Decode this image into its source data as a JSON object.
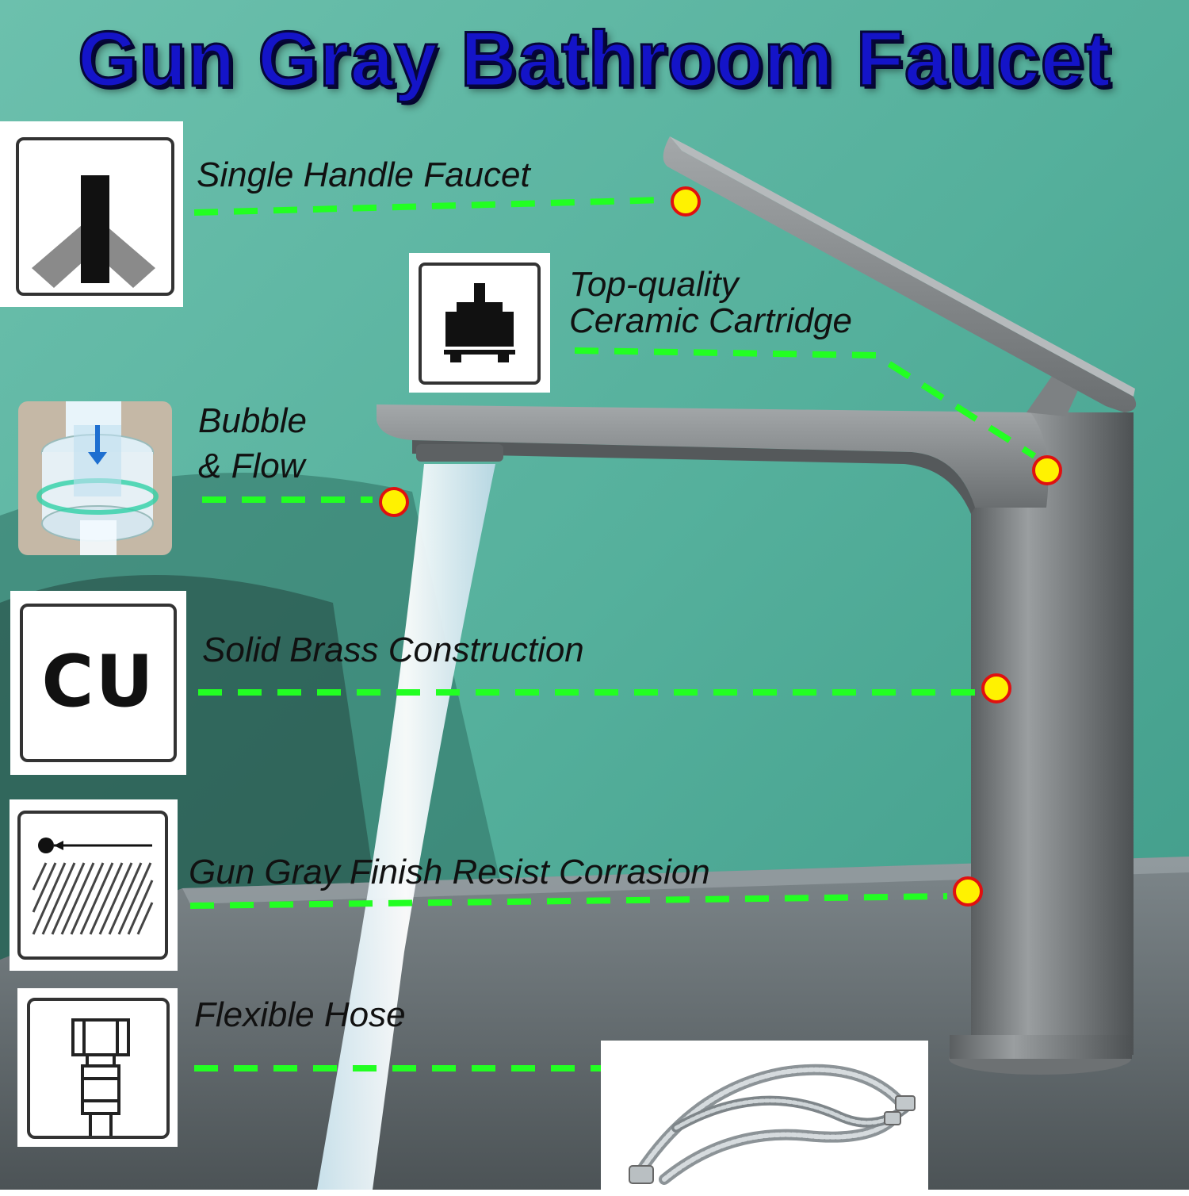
{
  "title": "Gun Gray Bathroom Faucet",
  "features": [
    {
      "label": "Single Handle Faucet",
      "icon": "single-handle-icon"
    },
    {
      "label_lines": [
        "Top-quality",
        "Ceramic Cartridge"
      ],
      "icon": "ceramic-cartridge-icon"
    },
    {
      "label_lines": [
        "Bubble",
        "& Flow"
      ],
      "icon": "aerator-icon"
    },
    {
      "label": "Solid Brass Construction",
      "icon": "copper-cu-icon",
      "icon_text": "CU"
    },
    {
      "label": "Gun Gray Finish Resist Corrasion",
      "icon": "finish-coating-icon"
    },
    {
      "label": "Flexible Hose",
      "icon": "hose-connector-icon"
    }
  ],
  "colors": {
    "title": "#1414c8",
    "leader_line": "#22ff22",
    "marker_fill": "#fff200",
    "marker_ring": "#e01010",
    "background": "#5fb7a6"
  }
}
